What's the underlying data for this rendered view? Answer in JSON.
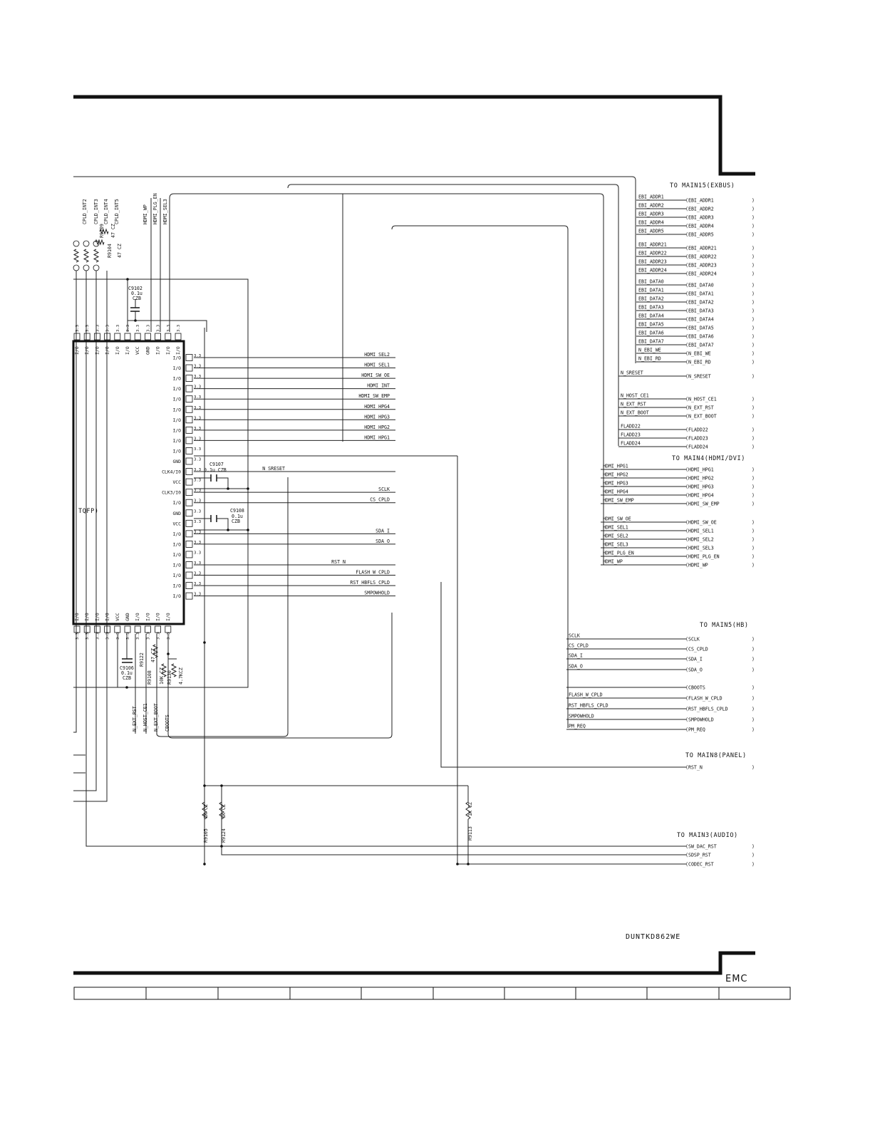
{
  "connectors": [
    {
      "id": "main15",
      "title": "TO MAIN15(EXBUS)",
      "signals": [
        {
          "name": "EBI_ADDR1",
          "local": "EBI_ADDR1"
        },
        {
          "name": "EBI_ADDR2",
          "local": "EBI_ADDR2"
        },
        {
          "name": "EBI_ADDR3",
          "local": "EBI_ADDR3"
        },
        {
          "name": "EBI_ADDR4",
          "local": "EBI_ADDR4"
        },
        {
          "name": "EBI_ADDR5",
          "local": "EBI_ADDR5"
        },
        {
          "name": "EBI_ADDR21",
          "local": "EBI_ADDR21"
        },
        {
          "name": "EBI_ADDR22",
          "local": "EBI_ADDR22"
        },
        {
          "name": "EBI_ADDR23",
          "local": "EBI_ADDR23"
        },
        {
          "name": "EBI_ADDR24",
          "local": "EBI_ADDR24"
        },
        {
          "name": "EBI_DATA0",
          "local": "EBI_DATA0"
        },
        {
          "name": "EBI_DATA1",
          "local": "EBI_DATA1"
        },
        {
          "name": "EBI_DATA2",
          "local": "EBI_DATA2"
        },
        {
          "name": "EBI_DATA3",
          "local": "EBI_DATA3"
        },
        {
          "name": "EBI_DATA4",
          "local": "EBI_DATA4"
        },
        {
          "name": "EBI_DATA5",
          "local": "EBI_DATA5"
        },
        {
          "name": "EBI_DATA6",
          "local": "EBI_DATA6"
        },
        {
          "name": "EBI_DATA7",
          "local": "EBI_DATA7"
        },
        {
          "name": "N_EBI_WE",
          "local": "N_EBI_WE"
        },
        {
          "name": "N_EBI_RD",
          "local": "N_EBI_RD"
        },
        {
          "name": "N_SRESET",
          "local": "N_SRESET"
        },
        {
          "name": "N_HOST_CE1",
          "local": "N_HOST_CE1"
        },
        {
          "name": "N_EXT_RST",
          "local": "N_EXT_RST"
        },
        {
          "name": "N_EXT_BOOT",
          "local": "N_EXT_BOOT"
        },
        {
          "name": "FLADD22",
          "local": "FLADD22"
        },
        {
          "name": "FLADD23",
          "local": "FLADD23"
        },
        {
          "name": "FLADD24",
          "local": "FLADD24"
        }
      ]
    },
    {
      "id": "main4",
      "title": "TO MAIN4(HDMI/DVI)",
      "signals": [
        {
          "name": "HDMI_HPG1",
          "local": "HDMI_HPG1"
        },
        {
          "name": "HDMI_HPG2",
          "local": "HDMI_HPG2"
        },
        {
          "name": "HDMI_HPG3",
          "local": "HDMI_HPG3"
        },
        {
          "name": "HDMI_HPG4",
          "local": "HDMI_HPG4"
        },
        {
          "name": "HDMI_SW_EMP",
          "local": "HDMI_SW_EMP"
        },
        {
          "name": "HDMI_SW_OE",
          "local": "HDMI_SW_OE"
        },
        {
          "name": "HDMI_SEL1",
          "local": "HDMI_SEL1"
        },
        {
          "name": "HDMI_SEL2",
          "local": "HDMI_SEL2"
        },
        {
          "name": "HDMI_SEL3",
          "local": "HDMI_SEL3"
        },
        {
          "name": "HDMI_PLG_EN",
          "local": "HDMI_PLG_EN"
        },
        {
          "name": "HDMI_WP",
          "local": "HDMI_WP"
        }
      ]
    },
    {
      "id": "main5",
      "title": "TO MAIN5(HB)",
      "signals": [
        {
          "name": "SCLK",
          "local": "SCLK"
        },
        {
          "name": "CS_CPLD",
          "local": "CS_CPLD"
        },
        {
          "name": "SDA_I",
          "local": "SDA_I"
        },
        {
          "name": "SDA_O",
          "local": "SDA_O"
        },
        {
          "name": "CBOOTS",
          "local": ""
        },
        {
          "name": "FLASH_W_CPLD",
          "local": "FLASH_W_CPLD"
        },
        {
          "name": "RST_HBFLS_CPLD",
          "local": "RST_HBFLS_CPLD"
        },
        {
          "name": "SMPOWHOLD",
          "local": "SMPOWHOLD"
        },
        {
          "name": "PM_REQ",
          "local": "PM_REQ"
        }
      ]
    },
    {
      "id": "main8",
      "title": "TO MAIN8(PANEL)",
      "signals": [
        {
          "name": "RST_N",
          "local": ""
        }
      ]
    },
    {
      "id": "main3",
      "title": "TO MAIN3(AUDIO)",
      "signals": [
        {
          "name": "SW_DAC_RST",
          "local": ""
        },
        {
          "name": "SDSP_RST",
          "local": ""
        },
        {
          "name": "CODEC_RST",
          "local": ""
        }
      ]
    }
  ],
  "ic_right_pins": [
    {
      "pin": "I/O",
      "net": "HDMI_SEL2"
    },
    {
      "pin": "I/O",
      "net": "HDMI_SEL1"
    },
    {
      "pin": "I/O",
      "net": "HDMI_SW_OE"
    },
    {
      "pin": "I/O",
      "net": "HDMI_INT"
    },
    {
      "pin": "I/O",
      "net": "HDMI_SW_EMP"
    },
    {
      "pin": "I/O",
      "net": "HDMI_HPG4"
    },
    {
      "pin": "I/O",
      "net": "HDMI_HPG3"
    },
    {
      "pin": "I/O",
      "net": "HDMI_HPG2"
    },
    {
      "pin": "I/O",
      "net": "HDMI_HPG1"
    },
    {
      "pin": "I/O",
      "net": ""
    },
    {
      "pin": "GND",
      "net": ""
    },
    {
      "pin": "CLK4/I0",
      "net": "N_SRESET"
    },
    {
      "pin": "VCC",
      "net": ""
    },
    {
      "pin": "CLK3/I0",
      "net": "SCLK"
    },
    {
      "pin": "I/O",
      "net": "CS_CPLD"
    },
    {
      "pin": "GND",
      "net": ""
    },
    {
      "pin": "VCC",
      "net": ""
    },
    {
      "pin": "I/O",
      "net": "SDA_I"
    },
    {
      "pin": "I/O",
      "net": "SDA_O"
    },
    {
      "pin": "I/O",
      "net": ""
    },
    {
      "pin": "I/O",
      "net": "RST_N"
    },
    {
      "pin": "I/O",
      "net": "FLASH_W_CPLD"
    },
    {
      "pin": "I/O",
      "net": "RST_HBFLS_CPLD"
    },
    {
      "pin": "I/O",
      "net": "SMPOWHOLD"
    }
  ],
  "ic_top_pins": [
    "I/O",
    "I/O",
    "I/O",
    "I/O",
    "I/O",
    "I/O",
    "VCC",
    "GND",
    "I/O",
    "I/O",
    "I/O"
  ],
  "ic_bottom_pins": [
    "I/O",
    "I/O",
    "I/O",
    "I/O",
    "VCC",
    "GND",
    "I/O",
    "I/O",
    "I/O",
    "I/O"
  ],
  "ic_package": "TQFP)",
  "top_nets": [
    "CPLD_INT2",
    "CPLD_INT3",
    "CPLD_INT4",
    "CPLD_INT5",
    "HDMI_WP",
    "HDMI_PLG_EN",
    "HDMI_SEL3"
  ],
  "bottom_nets": [
    "N_EXT_RST",
    "N_HOST_CE1",
    "N_EXT_BOOT",
    "CBOOTS"
  ],
  "components": {
    "C9102": {
      "ref": "C9102",
      "val": "0.1u",
      "type": "CZB"
    },
    "C9107": {
      "ref": "C9107",
      "val": "0.1u CZB"
    },
    "C9108": {
      "ref": "C9108",
      "val": "0.1u",
      "type": "CZB"
    },
    "C9106": {
      "ref": "C9106",
      "val": "0.1u",
      "type": "CZB"
    },
    "R9109": {
      "ref": "R9109",
      "val": "47 CZ"
    },
    "R9104": {
      "ref": "R9104",
      "val": "47 CZ"
    },
    "R9122": {
      "ref": "R9122",
      "val": "47 CZ"
    },
    "R9108": {
      "ref": "R9108",
      "val": "10K CZ"
    },
    "R9130": {
      "ref": "R9130",
      "val": "4.7KCZ"
    },
    "R9105": {
      "ref": "R9105",
      "val": "1K CZ"
    },
    "R9124": {
      "ref": "R9124",
      "val": "1K CZ"
    },
    "R9113": {
      "ref": "R9113",
      "val": "1K CZ"
    }
  },
  "footer": {
    "code": "DUNTKD862WE",
    "emc": "EMC"
  }
}
